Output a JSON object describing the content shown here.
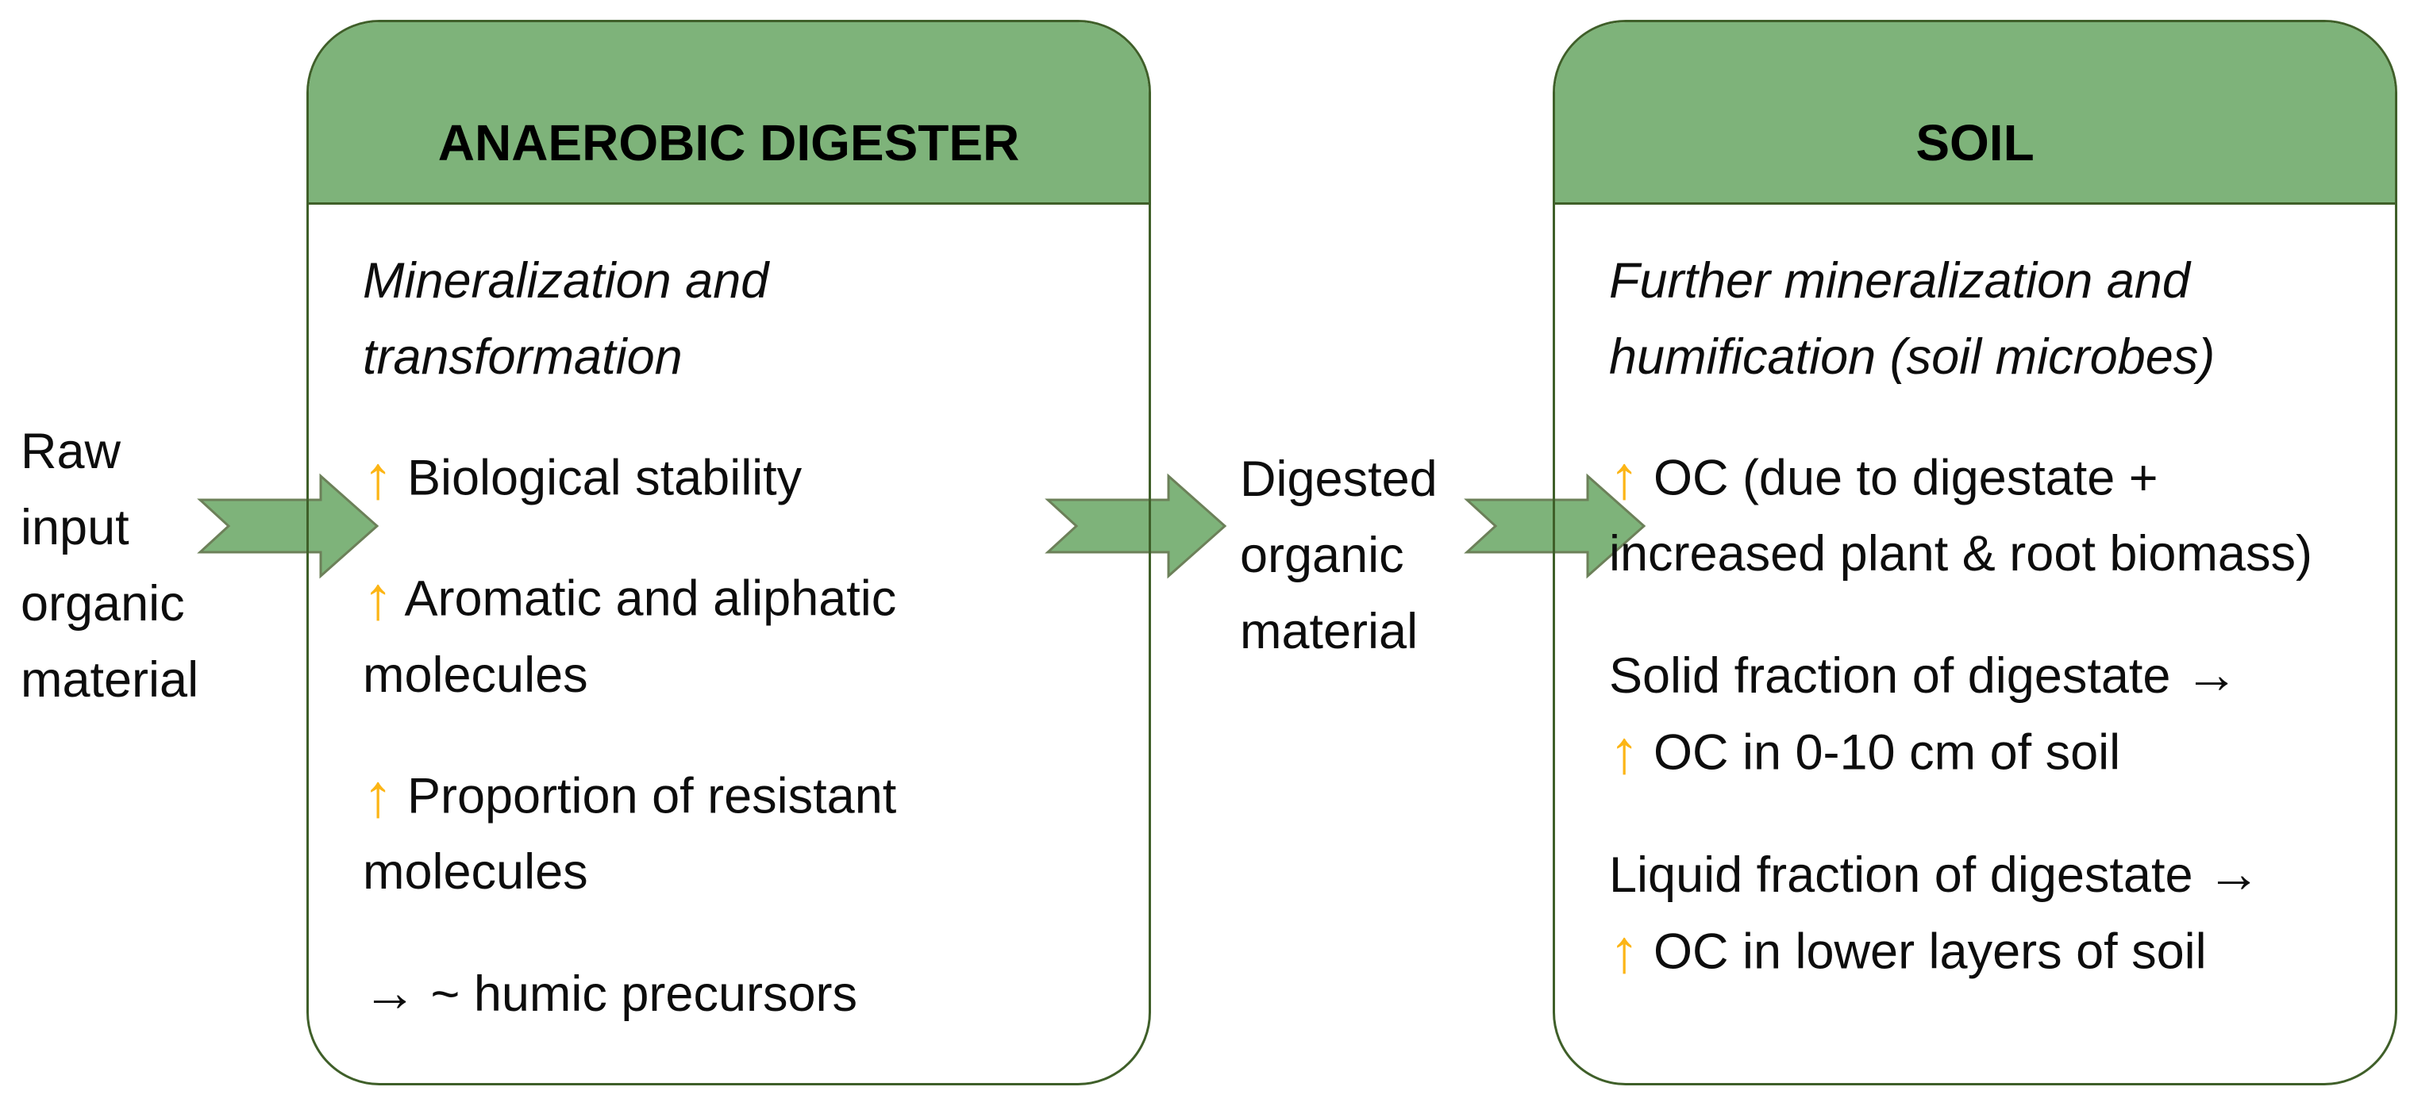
{
  "colors": {
    "panel_green": "#7eb37a",
    "panel_border": "#3f5f29",
    "arrow_fill": "#7eb37a",
    "arrow_stroke": "#6c8059",
    "accent_orange": "#fcb515",
    "text_black": "#0d0d0d"
  },
  "icons": {
    "up_arrow": "↑",
    "right_arrow": "→"
  },
  "left_flow_label": "Raw input organic material",
  "middle_flow_label": "Digested organic material",
  "digester": {
    "title": "ANAEROBIC DIGESTER",
    "intro": "Mineralization and transformation",
    "items": [
      {
        "text": "Biological stability"
      },
      {
        "text": "Aromatic and aliphatic molecules"
      },
      {
        "text": "Proportion of resistant molecules"
      }
    ],
    "note_text": "~ humic precursors"
  },
  "soil": {
    "title": "SOIL",
    "intro": "Further mineralization and humification (soil microbes)",
    "oc_item": "OC (due to digestate + increased plant & root biomass)",
    "fraction_items": [
      {
        "condition": "Solid fraction of digestate",
        "result": "OC in 0-10 cm of soil"
      },
      {
        "condition": "Liquid fraction of digestate",
        "result": "OC in lower layers of soil"
      }
    ]
  }
}
